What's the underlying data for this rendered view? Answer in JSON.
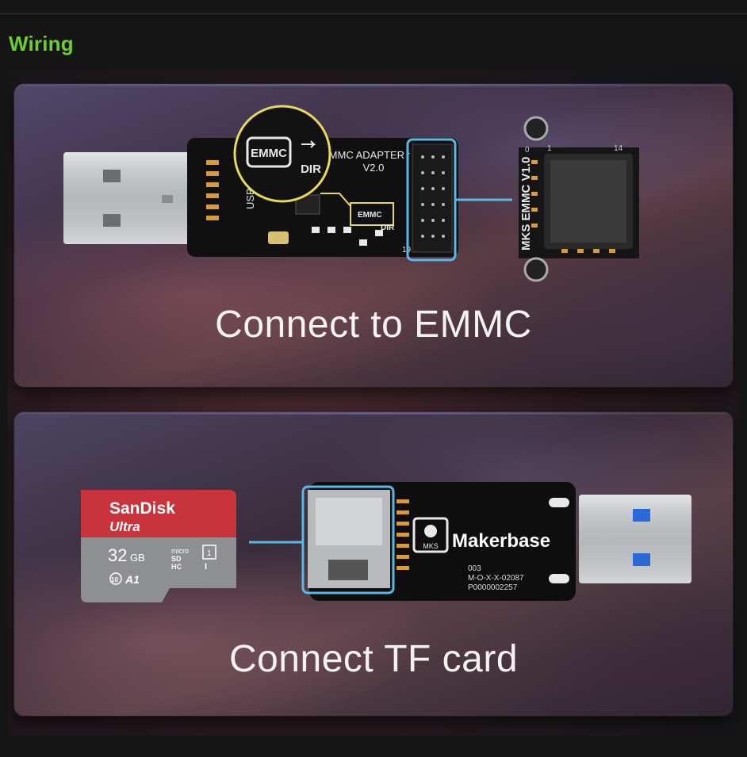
{
  "section": {
    "title": "Wiring"
  },
  "emmc_panel": {
    "caption": "Connect to EMMC",
    "adapter_labels": [
      "EMMC",
      "DIR",
      "EMMC ADAPTER",
      "V2.0",
      "USB3",
      "EMMC",
      "DIR"
    ],
    "header_pins": [
      "1",
      "19"
    ],
    "module_label": "MKS EMMC V1.0",
    "module_pins": [
      "0",
      "1",
      "14"
    ]
  },
  "tf_panel": {
    "caption": "Connect TF card",
    "card_brand": "SanDisk",
    "card_line": "Ultra",
    "card_capacity": "32",
    "card_unit": "GB",
    "card_marks": [
      "micro",
      "SD",
      "HC",
      "I",
      "10",
      "A1",
      "1"
    ],
    "reader_brand": "Makerbase",
    "logo_text": "MKS",
    "board_codes": [
      "003",
      "M-O-X-X-02087",
      "P0000002257"
    ]
  },
  "colors": {
    "accent_green": "#6ecf2c",
    "highlight_blue": "#5ab8e6",
    "highlight_yellow": "#e8d85a",
    "card_red": "#c8333c"
  }
}
